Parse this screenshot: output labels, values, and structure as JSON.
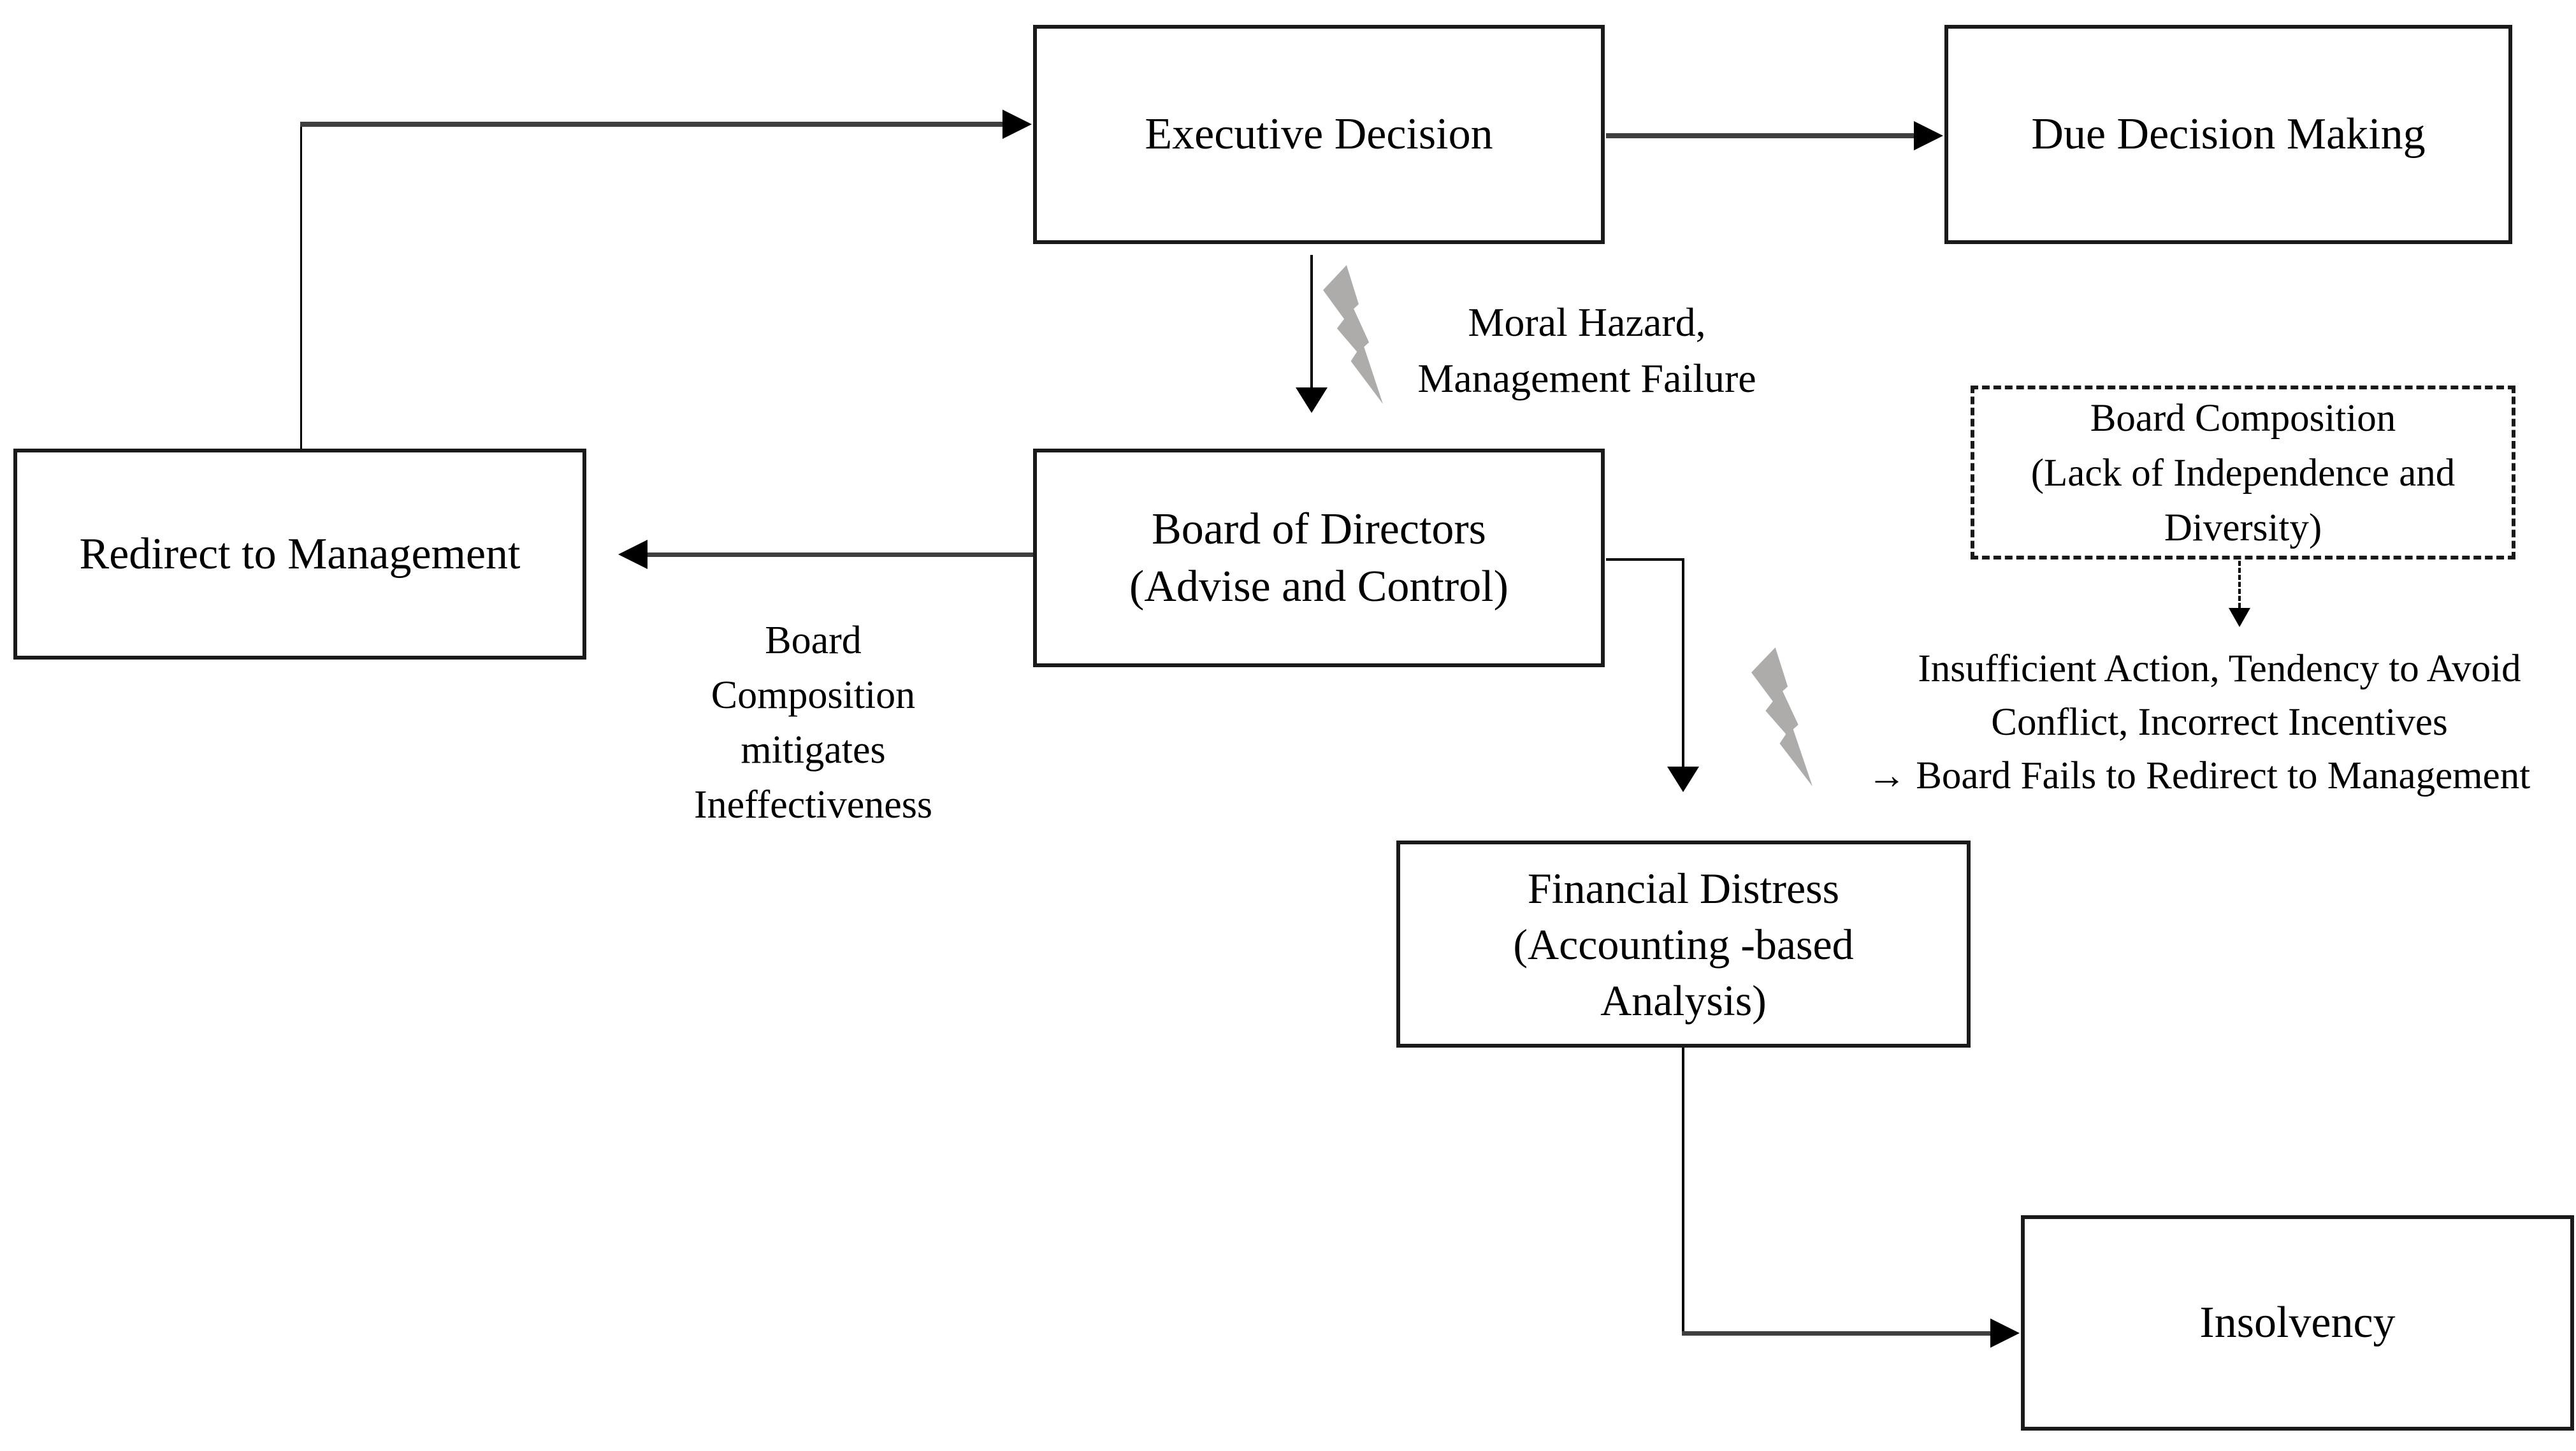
{
  "diagram": {
    "boxes": {
      "executive": {
        "label": "Executive Decision"
      },
      "due_decision": {
        "label": "Due Decision Making"
      },
      "redirect": {
        "label": "Redirect to Management"
      },
      "board": {
        "label": "Board of Directors\n(Advise and Control)"
      },
      "board_composition": {
        "label": "Board Composition\n(Lack of Independence and\nDiversity)"
      },
      "financial_distress": {
        "label": "Financial Distress\n(Accounting -based\nAnalysis)"
      },
      "insolvency": {
        "label": "Insolvency"
      }
    },
    "annotations": {
      "moral_hazard": "Moral Hazard,\nManagement Failure",
      "board_mitigates": "Board\nComposition\nmitigates\nIneffectiveness",
      "insufficient": {
        "line1": "Insufficient Action, Tendency to Avoid",
        "line2": "Conflict, Incorrect Incentives",
        "line3": "→ Board Fails to Redirect to Management"
      }
    },
    "icons": {
      "bolt1": "lightning-bolt",
      "bolt2": "lightning-bolt"
    },
    "colors": {
      "background": "#ffffff",
      "box_border": "#1a1a1a",
      "text": "#000000",
      "connector_gray": "#3f3f3f",
      "bolt_gray": "#aeabab"
    }
  }
}
